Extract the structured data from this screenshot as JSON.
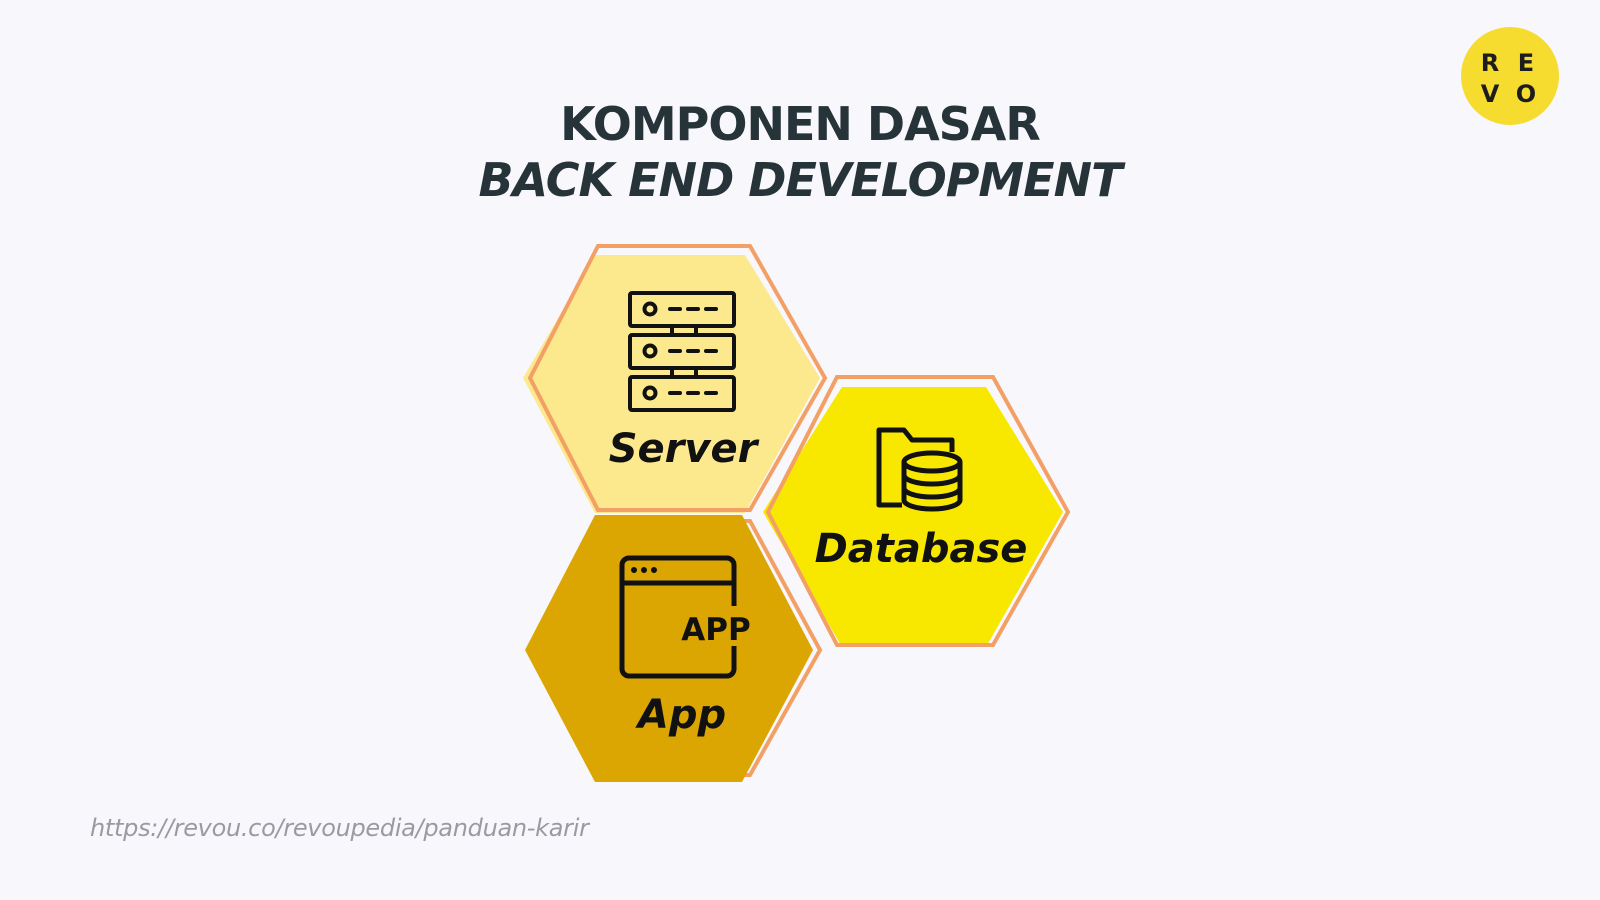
{
  "title": {
    "line1": "KOMPONEN DASAR",
    "line2": "BACK END DEVELOPMENT"
  },
  "logo": {
    "letters": [
      "R",
      "E",
      "V",
      "O"
    ],
    "color": "#f6dc2f"
  },
  "components": [
    {
      "label": "Server",
      "icon": "server-rack-icon",
      "color": "#fde98d"
    },
    {
      "label": "Database",
      "icon": "folder-database-icon",
      "color": "#f8e800"
    },
    {
      "label": "App",
      "icon": "app-window-icon",
      "icon_text": "APP",
      "color": "#dba602"
    }
  ],
  "colors": {
    "outline": "#f2a066",
    "background": "#f8f7fc",
    "title": "#26343a"
  },
  "source": "https://revou.co/revoupedia/panduan-karir"
}
